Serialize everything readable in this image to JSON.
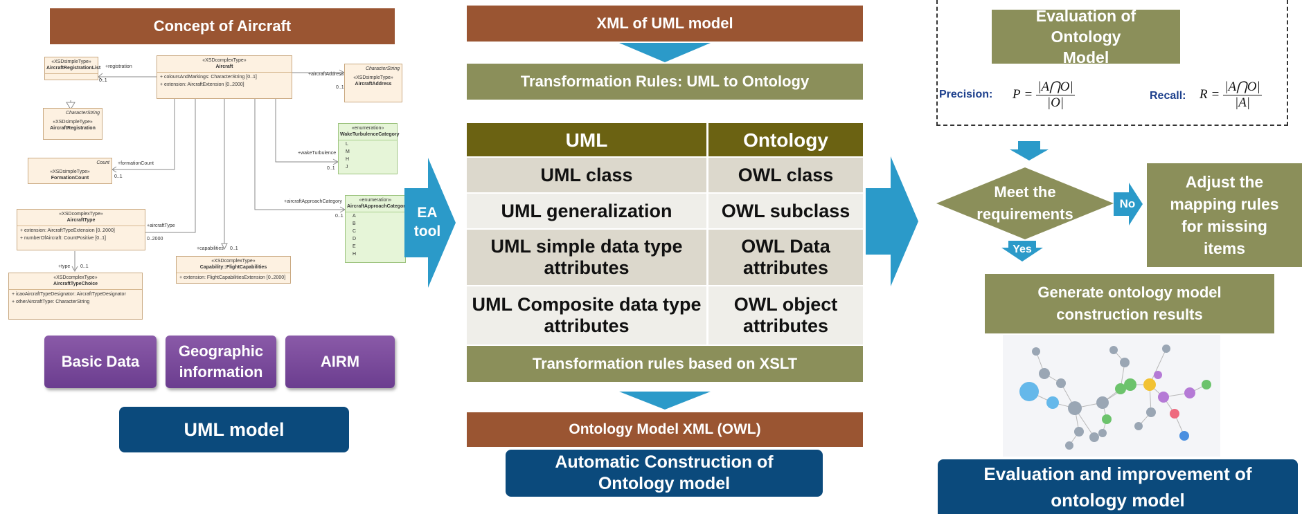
{
  "left": {
    "title": "Concept of Aircraft",
    "uml": {
      "reg_list": {
        "stereotype": "«XSDsimpleType»",
        "name": "AircraftRegistrationList"
      },
      "aircraft": {
        "stereotype": "«XSDcomplexType»",
        "name": "Aircraft",
        "attrs": [
          "+ coloursAndMarkings: CharacterString [0..1]",
          "+ extension: AircraftExtension [0..2000]"
        ]
      },
      "addr_type": {
        "stereotype_top": "CharacterString",
        "stereotype": "«XSDsimpleType»",
        "name": "AircraftAddress"
      },
      "registration": {
        "stereotype_top": "CharacterString",
        "stereotype": "«XSDsimpleType»",
        "name": "AircraftRegistration"
      },
      "wake": {
        "stereotype": "«enumeration»",
        "name": "WakeTurbulenceCategory",
        "literals": [
          "L",
          "M",
          "H",
          "J"
        ]
      },
      "formation": {
        "stereotype_top": "Count",
        "stereotype": "«XSDsimpleType»",
        "name": "FormationCount"
      },
      "aircraft_type": {
        "stereotype": "«XSDcomplexType»",
        "name": "AircraftType",
        "attrs": [
          "+ extension: AircraftTypeExtension [0..2000]",
          "+ numberOfAircraft: CountPositive [0..1]"
        ]
      },
      "approach": {
        "stereotype": "«enumeration»",
        "name": "AircraftApproachCategory",
        "literals": [
          "A",
          "B",
          "C",
          "D",
          "E",
          "H"
        ]
      },
      "capability": {
        "stereotype": "«XSDcomplexType»",
        "name": "Capability::FlightCapabilities",
        "attrs": [
          "+ extension: FlightCapabilitiesExtension [0..2000]"
        ]
      },
      "type_choice": {
        "stereotype": "«XSDcomplexType»",
        "name": "AircraftTypeChoice",
        "attrs": [
          "+ icaoAircraftTypeDesignator: AircraftTypeDesignator",
          "+ otherAircraftType: CharacterString"
        ]
      },
      "labels": {
        "registration": "+registration",
        "mult_reg": "0..1",
        "aircraft_address": "+aircraftAddress",
        "mult_addr": "0..1",
        "formation_count": "+formationCount",
        "mult_form": "0..1",
        "wake_turbulence": "+wakeTurbulence",
        "mult_wake": "0..1",
        "approach_category": "+aircraftApproachCategory",
        "mult_appr": "0..1",
        "aircraft_type": "+aircraftType",
        "mult_type": "0..2000",
        "capabilities": "+capabilities",
        "mult_cap": "0..1",
        "type": "+type",
        "mult_choice": "0..1"
      }
    },
    "buttons": [
      "Basic Data",
      "Geographic information",
      "AIRM"
    ],
    "footer": "UML model",
    "ea_tool": "EA tool"
  },
  "middle": {
    "xml_header": "XML of UML model",
    "rules_header": "Transformation Rules: UML to Ontology",
    "table": {
      "headers": [
        "UML",
        "Ontology"
      ],
      "rows": [
        [
          "UML class",
          "OWL class"
        ],
        [
          "UML generalization",
          "OWL subclass"
        ],
        [
          "UML simple data type attributes",
          "OWL Data attributes"
        ],
        [
          "UML Composite data type attributes",
          "OWL object attributes"
        ]
      ]
    },
    "xslt": "Transformation rules based on XSLT",
    "owl_header": "Ontology Model XML (OWL)",
    "footer": "Automatic Construction of Ontology model"
  },
  "right": {
    "eval_title": "Evaluation of Ontology Model",
    "precision_label": "Precision:",
    "recall_label": "Recall:",
    "precision_formula": {
      "lhs": "P",
      "num": "|A⋂O|",
      "den": "|O|"
    },
    "recall_formula": {
      "lhs": "R",
      "num": "|A⋂O|",
      "den": "|A|"
    },
    "decision": "Meet the requirements",
    "no": "No",
    "yes": "Yes",
    "adjust": "Adjust the mapping rules for missing items",
    "generate": "Generate ontology model construction results",
    "footer": "Evaluation and improvement of ontology model"
  },
  "colors": {
    "brown": "#9a5532",
    "olive": "#8b8f5a",
    "navy": "#0b4a7c",
    "purple": "#7a4a9c",
    "arrow_blue": "#2b9ac9",
    "table_head": "#6b6212"
  }
}
